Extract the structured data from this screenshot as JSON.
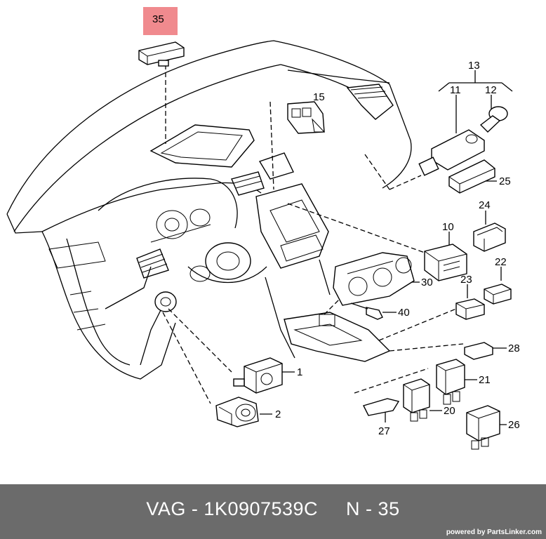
{
  "highlight_color": "#f08a8e",
  "footer": {
    "title": "VAG - 1K0907539C     N - 35",
    "powered_by": "powered by PartsLinker.com"
  },
  "callouts": {
    "c35": "35",
    "c15": "15",
    "c13": "13",
    "c11": "11",
    "c12": "12",
    "c25": "25",
    "c24": "24",
    "c10": "10",
    "c30": "30",
    "c40": "40",
    "c23": "23",
    "c22": "22",
    "c28": "28",
    "c21": "21",
    "c20": "20",
    "c27": "27",
    "c26": "26",
    "c1": "1",
    "c2": "2"
  }
}
